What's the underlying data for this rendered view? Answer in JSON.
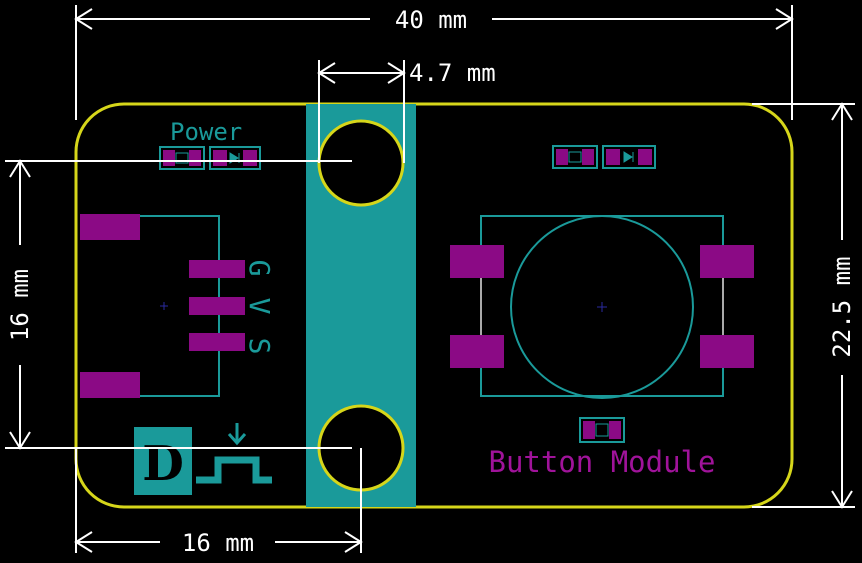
{
  "dimensions": {
    "width": "40 mm",
    "hole_spacing": "4.7 mm",
    "height": "22.5 mm",
    "hole_vertical": "16 mm",
    "hole_horizontal": "16 mm"
  },
  "silkscreen": {
    "power_label": "Power",
    "pin_labels": [
      "G",
      "V",
      "S"
    ],
    "module_label": "Button Module",
    "logo_letter": "D"
  },
  "colors": {
    "background": "#000000",
    "board_outline": "#d6d61a",
    "teal": "#1a9a9a",
    "pad": "#8b0a85",
    "dimension": "#ffffff"
  }
}
